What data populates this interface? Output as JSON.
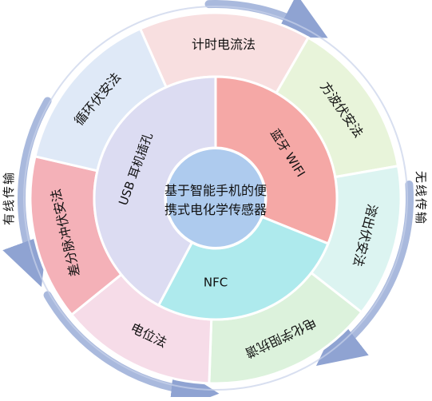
{
  "diagram": {
    "center": {
      "line1": "基于智能手机的便",
      "line2": "携式电化学传感器",
      "color": "#aecbee"
    },
    "inner_ring": [
      {
        "id": "bluetooth-wifi",
        "label": "蓝牙  WIFI",
        "color": "#f5a8a6"
      },
      {
        "id": "nfc",
        "label": "NFC",
        "color": "#aeeaed"
      },
      {
        "id": "usb-headphone",
        "label": "USB  耳机插孔",
        "color": "#dcdcf2"
      }
    ],
    "outer_ring": [
      {
        "id": "chronoamperometry",
        "label": "计时电流法",
        "color": "#f8dfe0"
      },
      {
        "id": "square-wave",
        "label": "方波伏安法",
        "color": "#e8f4da"
      },
      {
        "id": "stripping",
        "label": "溶出伏安法",
        "color": "#dcf4f1"
      },
      {
        "id": "eis",
        "label": "电化学阻抗谱",
        "color": "#dcf2dc"
      },
      {
        "id": "potentiometry",
        "label": "电位法",
        "color": "#f6dce8"
      },
      {
        "id": "dpv",
        "label": "差分脉冲伏安法",
        "color": "#f4b1b8"
      },
      {
        "id": "cv",
        "label": "循环伏安法",
        "color": "#dfe9f7"
      }
    ],
    "transmission": {
      "wired": "有线传输",
      "wireless": "无线传输"
    },
    "arrow_color": "#a9b9dd"
  }
}
